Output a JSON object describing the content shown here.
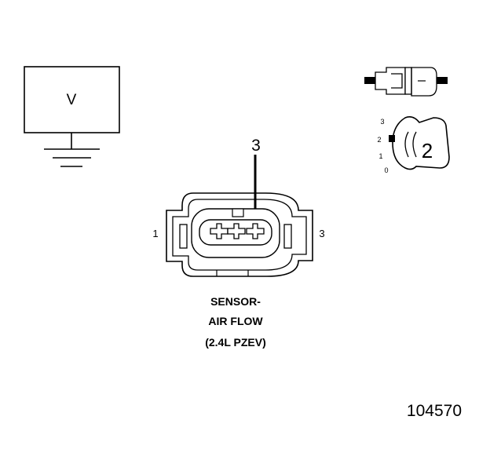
{
  "meter": {
    "symbol": "V"
  },
  "connector": {
    "probe_pin": "3",
    "end_label_left": "1",
    "end_label_right": "3"
  },
  "sensor_caption": {
    "line1": "SENSOR-",
    "line2": "AIR FLOW",
    "line3": "(2.4L PZEV)"
  },
  "adapter_dial": {
    "scale": [
      "3",
      "2",
      "1",
      "0"
    ],
    "selected": "2"
  },
  "figure_number": "104570"
}
